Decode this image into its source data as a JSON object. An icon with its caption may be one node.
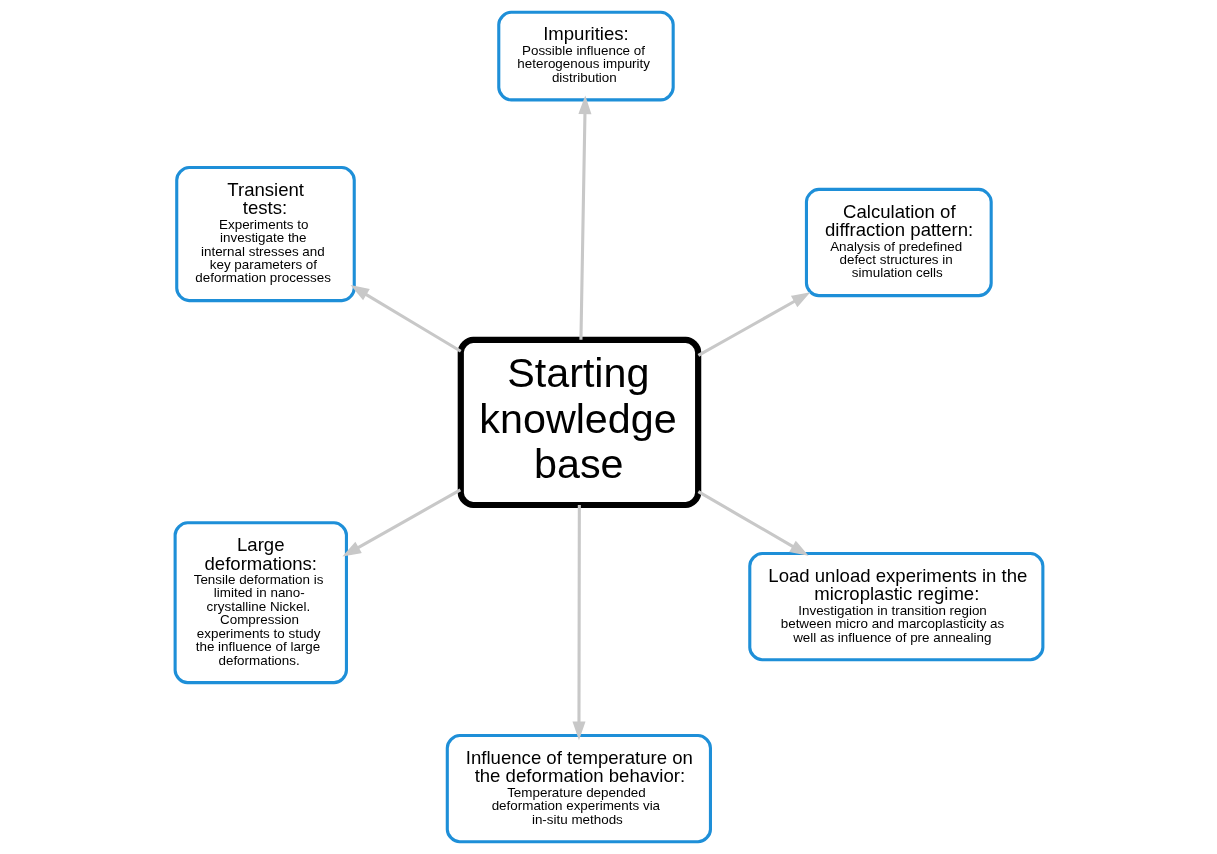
{
  "diagram": {
    "nodes": [
      {
        "text": [
          "Starting knowledge base"
        ]
      },
      {
        "text": [
          "Load unload experiments in the microplastic regime:",
          "Investigation in transition region between micro and marcoplasticity as well as influence of pre annealing"
        ]
      },
      {
        "text": [
          "Influence of temperature on the deformation behavior:",
          "Temperature depended deformation experiments via in-situ methods"
        ]
      },
      {
        "text": [
          "Transient tests:",
          "Experiments to investigate the internal stresses and key parameters of deformation processes"
        ]
      },
      {
        "text": [
          "Calculation of diffraction pattern:",
          "Analysis of predefined defect structures in simulation cells"
        ]
      },
      {
        "text": [
          "Impurities:",
          "Possible influence of heterogenous impurity distribution"
        ]
      },
      {
        "text": [
          "Large deformations:",
          "Tensile deformation is limited in nano-crystalline Nickel. Compression experiments to study the influence of large deformations."
        ]
      }
    ],
    "edges": [
      {
        "from": 0,
        "to": 1,
        "arrow": "to"
      },
      {
        "from": 0,
        "to": 2,
        "arrow": "to"
      },
      {
        "from": 0,
        "to": 3,
        "arrow": "to"
      },
      {
        "from": 0,
        "to": 4,
        "arrow": "to"
      },
      {
        "from": 0,
        "to": 5,
        "arrow": "to"
      },
      {
        "from": 0,
        "to": 6,
        "arrow": "to"
      }
    ]
  }
}
